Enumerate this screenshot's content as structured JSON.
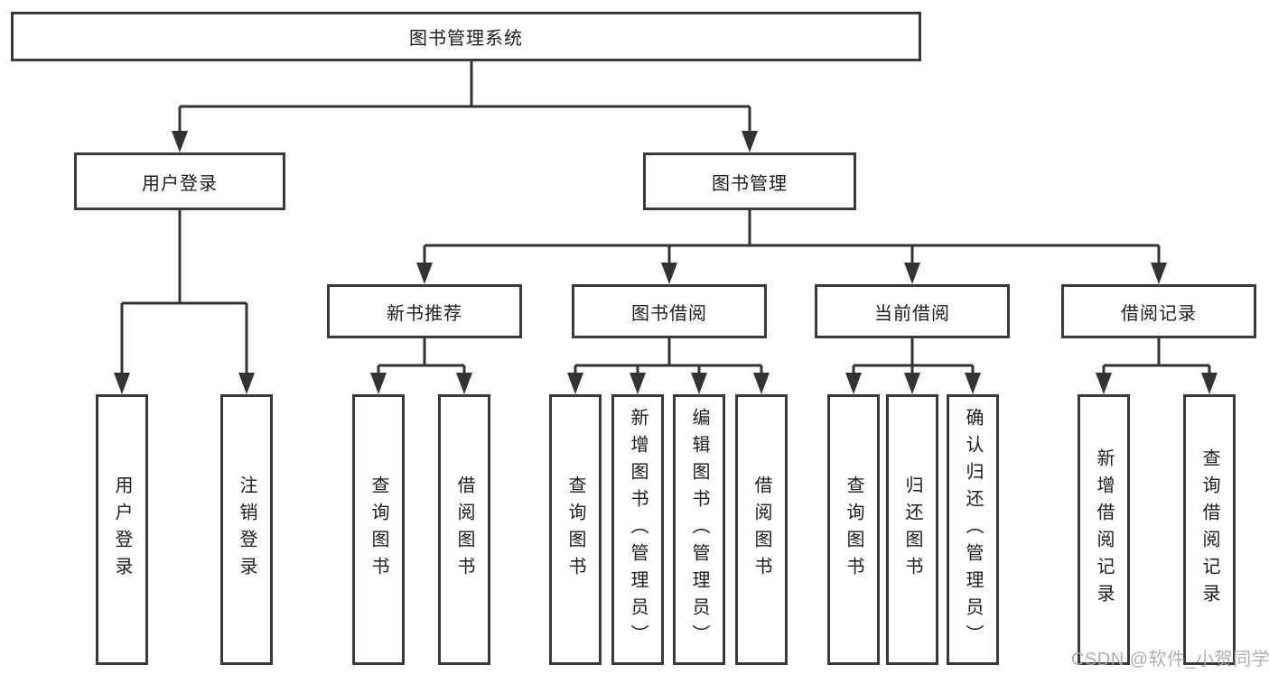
{
  "diagram": {
    "root": {
      "id": "library-management-system",
      "label": "图书管理系统"
    },
    "level2": [
      {
        "id": "user-login-module",
        "label": "用户登录"
      },
      {
        "id": "book-management-module",
        "label": "图书管理"
      }
    ],
    "level3": [
      {
        "id": "new-book-recommend",
        "parent": "图书管理",
        "label": "新书推荐"
      },
      {
        "id": "book-borrowing",
        "parent": "图书管理",
        "label": "图书借阅"
      },
      {
        "id": "current-borrowing",
        "parent": "图书管理",
        "label": "当前借阅"
      },
      {
        "id": "borrowing-records",
        "parent": "图书管理",
        "label": "借阅记录"
      }
    ],
    "leaves": [
      {
        "id": "user-login",
        "parent": "用户登录",
        "label": "用户登录"
      },
      {
        "id": "logout",
        "parent": "用户登录",
        "label": "注销登录"
      },
      {
        "id": "query-books-recommend",
        "parent": "新书推荐",
        "label": "查询图书"
      },
      {
        "id": "borrow-books-recommend",
        "parent": "新书推荐",
        "label": "借阅图书"
      },
      {
        "id": "query-books-borrowing",
        "parent": "图书借阅",
        "label": "查询图书"
      },
      {
        "id": "add-books-admin",
        "parent": "图书借阅",
        "label": "新增图书（管理员）"
      },
      {
        "id": "edit-books-admin",
        "parent": "图书借阅",
        "label": "编辑图书（管理员）"
      },
      {
        "id": "borrow-books-borrowing",
        "parent": "图书借阅",
        "label": "借阅图书"
      },
      {
        "id": "query-books-current",
        "parent": "当前借阅",
        "label": "查询图书"
      },
      {
        "id": "return-books",
        "parent": "当前借阅",
        "label": "归还图书"
      },
      {
        "id": "confirm-return-admin",
        "parent": "当前借阅",
        "label": "确认归还（管理员）"
      },
      {
        "id": "add-borrow-record",
        "parent": "借阅记录",
        "label": "新增借阅记录"
      },
      {
        "id": "query-borrow-record",
        "parent": "借阅记录",
        "label": "查询借阅记录"
      }
    ]
  },
  "watermark": {
    "text": "CSDN @软件_小贺同学"
  },
  "colors": {
    "background": "#ffffff",
    "line": "#333333",
    "box_border": "#3a3a3a",
    "text": "#1c1c1c",
    "watermark": "#a8a8a8"
  }
}
